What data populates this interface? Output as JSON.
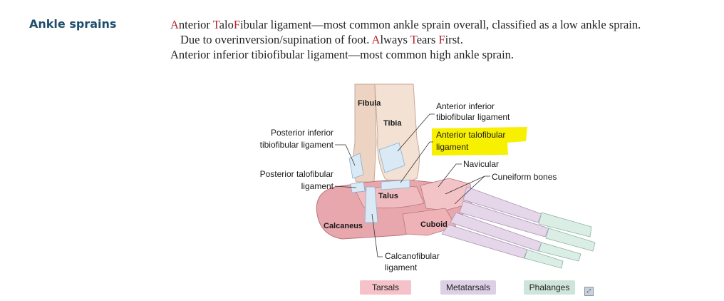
{
  "heading": "Ankle sprains",
  "line1": {
    "p1": "A",
    "p2": "nterior ",
    "p3": "T",
    "p4": "alo",
    "p5": "F",
    "p6": "ibular ligament—most common ankle sprain overall, classified as a low ankle sprain."
  },
  "line2": {
    "p1": "Due to overinversion/supination of foot. ",
    "p2": "A",
    "p3": "lways ",
    "p4": "T",
    "p5": "ears ",
    "p6": "F",
    "p7": "irst."
  },
  "line3": "Anterior inferior tibiofibular ligament—most common high ankle sprain.",
  "figure": {
    "fibula": "Fibula",
    "tibia": "Tibia",
    "talus": "Talus",
    "calcaneus": "Calcaneus",
    "cuboid": "Cuboid",
    "aitfl_1": "Anterior inferior",
    "aitfl_2": "tibiofibular ligament",
    "atfl_1": "Anterior talofibular",
    "atfl_2": "ligament",
    "navicular": "Navicular",
    "cuneiform": "Cuneiform bones",
    "pitfl_1": "Posterior inferior",
    "pitfl_2": "tibiofibular ligament",
    "ptfl_1": "Posterior talofibular",
    "ptfl_2": "ligament",
    "cfl_1": "Calcanofibular",
    "cfl_2": "ligament"
  },
  "legend": {
    "tarsals": "Tarsals",
    "metatarsals": "Metatarsals",
    "phalanges": "Phalanges"
  },
  "colors": {
    "tarsals": "#f4c2c8",
    "metatarsals": "#ddd0e6",
    "phalanges": "#cfe5dc",
    "highlight": "#f7f000",
    "mnemonic": "#b3262d",
    "heading": "#1f4e6e"
  },
  "icons": {
    "corner": "expand-icon"
  }
}
